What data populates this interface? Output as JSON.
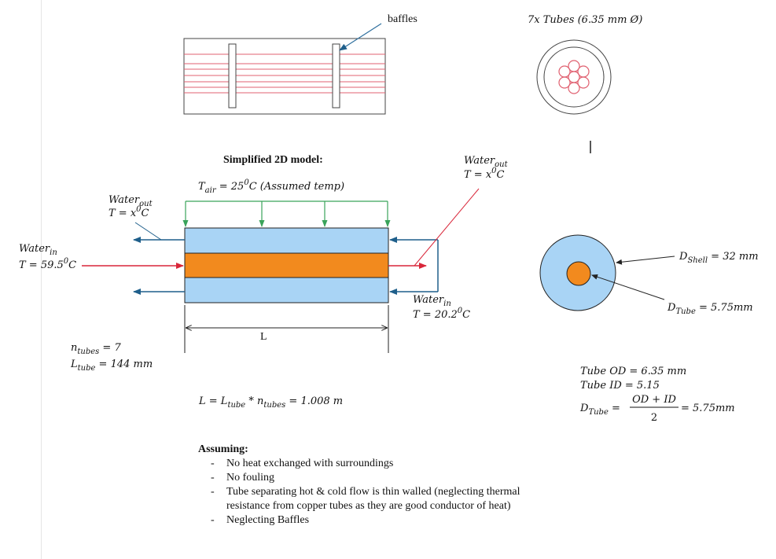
{
  "top": {
    "baffles_label": "baffles",
    "tubes_label": "7x Tubes (6.35 mm Ø)"
  },
  "model": {
    "title": "Simplified 2D model:",
    "t_air": {
      "base": "T",
      "sub": "air",
      "rest": " = 25",
      "sup": "0",
      "unit": "C (Assumed temp)"
    },
    "water_out_left": {
      "name": "Water",
      "sub": "out",
      "temp_prefix": "T = x",
      "sup": "0",
      "unit": "C"
    },
    "water_out_right": {
      "name": "Water",
      "sub": "out",
      "temp_prefix": "T = x",
      "sup": "0",
      "unit": "C"
    },
    "water_in_left": {
      "name": "Water",
      "sub": "in",
      "temp_prefix": "T = 59.5",
      "sup": "0",
      "unit": "C"
    },
    "water_in_right": {
      "name": "Water",
      "sub": "in",
      "temp_prefix": "T = 20.2",
      "sup": "0",
      "unit": "C"
    },
    "length_label": "L",
    "n_tubes": {
      "base": "n",
      "sub": "tubes",
      "rest": " = 7"
    },
    "l_tube": {
      "base": "L",
      "sub": "tube",
      "rest": " = 144 mm"
    },
    "length_eq": {
      "a": "L = L",
      "sub1": "tube",
      "b": " * n",
      "sub2": "tubes",
      "c": " = 1.008 m"
    }
  },
  "cross_section": {
    "d_shell": {
      "base": "D",
      "sub": "Shell",
      "rest": " = 32 mm"
    },
    "d_tube": {
      "base": "D",
      "sub": "Tube",
      "rest": " = 5.75mm"
    },
    "tube_od": "Tube OD = 6.35 mm",
    "tube_id": "Tube ID = 5.15",
    "d_tube_eq": {
      "base": "D",
      "sub": "Tube",
      "eq": " =",
      "numerator": "OD + ID",
      "denominator": "2",
      "result": "= 5.75mm"
    }
  },
  "assumptions": {
    "heading": "Assuming:",
    "items": [
      "No heat exchanged with surroundings",
      "No fouling",
      "Tube separating hot & cold flow is thin walled (neglecting thermal resistance from copper tubes as they are good conductor of heat)",
      "Neglecting Baffles"
    ]
  },
  "colors": {
    "cold_fluid": "#a9d4f5",
    "hot_fluid": "#f28a1e",
    "blue_arrow": "#1f5f8b",
    "red_arrow": "#d9273a",
    "green_arrow": "#3aa35a",
    "tube_red": "#e06070"
  }
}
